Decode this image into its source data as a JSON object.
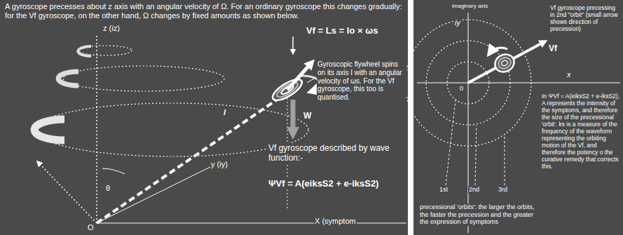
{
  "diagram": {
    "labels": [
      "A gyroscope precesses about z axis with an angular velocity of Ω. For an ordinary gyroscope this changes gradually: for the Vf gyroscope, on the other hand, Ω changes by fixed amounts as shown below.",
      "z (iz)",
      "Vf = Ls = Io × ωs",
      "Gyroscopic flywheel spins on its axis I with an angular velocity of ωs. For the Vf gyroscope, this too is quantised.",
      "I",
      "θ",
      "W",
      "Vf gyroscope described by wave function:-",
      "ΨVf = A(eiksS2 + e-iksS2)",
      "y (iy)",
      "O",
      "X (symptom",
      "imaginary axis",
      "iy",
      "Vf gyroscope precessing in 2nd \"orbit\" (small arrow shows direction of precession)",
      "Vf",
      "x",
      "0",
      "In ΨVf = A(eiksS2 + e-iksS2), A represents the intensity of the symptoms, and therefore the size of the precessional 'orbit'. ks is a measure of the frequency of the waveform representing the orbiting motion of the Vf, and therefore the potency o the curative remedy that corrects this.",
      "1st",
      "2nd",
      "3rd",
      "precessional 'orbits': the larger the orbits, the faster the precession and the greater the expression of symptoms"
    ]
  }
}
